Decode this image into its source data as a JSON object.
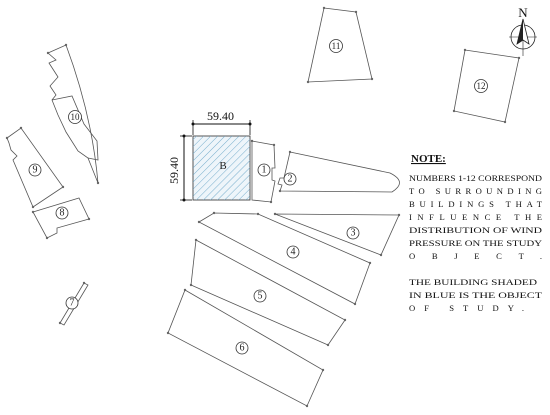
{
  "dimensions": {
    "width_label": "59.40",
    "height_label": "59.40"
  },
  "study_object": {
    "label": "B",
    "hatch_color": "#6aa6c8",
    "fill_color": "#e8f2f8"
  },
  "north_arrow": {
    "label": "N"
  },
  "buildings": [
    {
      "id": "1",
      "label": "1"
    },
    {
      "id": "2",
      "label": "2"
    },
    {
      "id": "3",
      "label": "3"
    },
    {
      "id": "4",
      "label": "4"
    },
    {
      "id": "5",
      "label": "5"
    },
    {
      "id": "6",
      "label": "6"
    },
    {
      "id": "7",
      "label": "7"
    },
    {
      "id": "8",
      "label": "8"
    },
    {
      "id": "9",
      "label": "9"
    },
    {
      "id": "10",
      "label": "10"
    },
    {
      "id": "11",
      "label": "11"
    },
    {
      "id": "12",
      "label": "12"
    }
  ],
  "note": {
    "title": "NOTE:",
    "lines": [
      "NUMBERS 1-12 CORRESPOND",
      "TO SURROUNDING",
      "BUILDINGS THAT",
      "INFLUENCE THE",
      "DISTRIBUTION OF WIND",
      "PRESSURE ON THE STUDY",
      "OBJECT.",
      "",
      "THE BUILDING SHADED",
      "IN BLUE IS THE OBJECT",
      "OF STUDY."
    ]
  }
}
